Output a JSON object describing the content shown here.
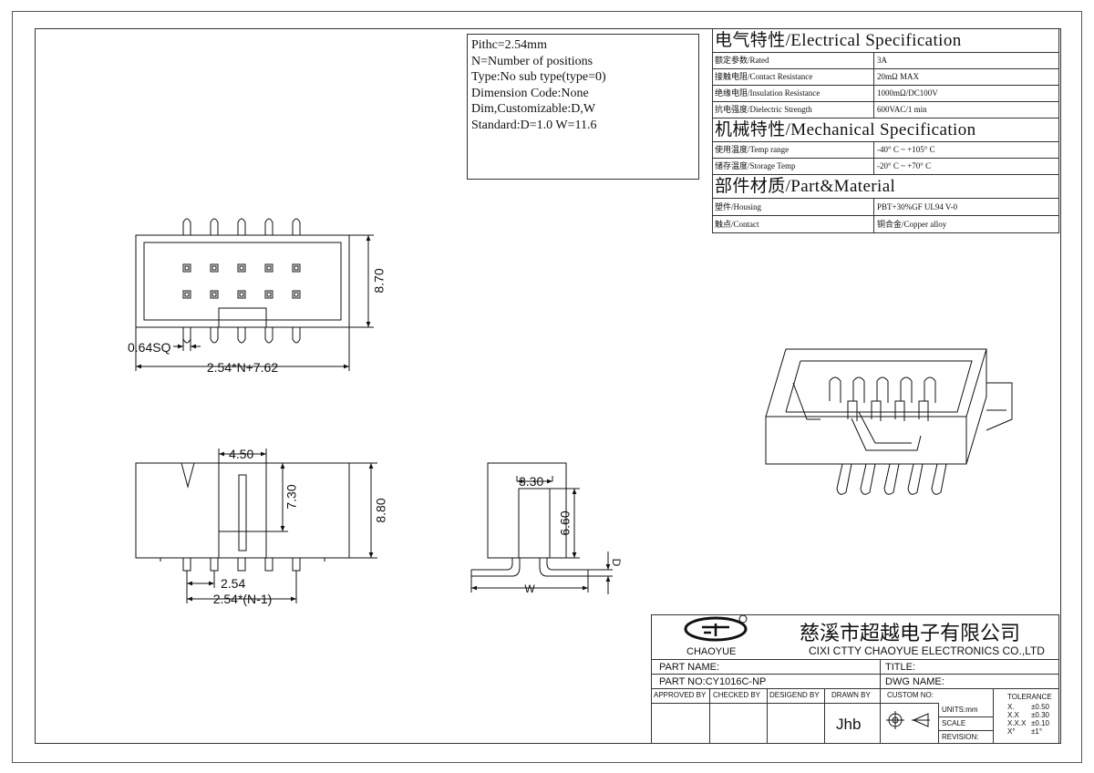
{
  "notes": [
    "Pithc=2.54mm",
    "N=Number of positions",
    "Type:No sub type(type=0)",
    "Dimension Code:None",
    "Dim,Customizable:D,W",
    "Standard:D=1.0 W=11.6"
  ],
  "spec": {
    "electrical_title": "电气特性/Electrical Specification",
    "electrical": [
      {
        "k": "额定参数/Rated",
        "v": "3A"
      },
      {
        "k": "接触电阻/Contact Resistance",
        "v": "20mΩ MAX"
      },
      {
        "k": "绝缘电阻/Insulation Resistance",
        "v": "1000mΩ/DC100V"
      },
      {
        "k": "抗电强度/Dielectric Strength",
        "v": "600VAC/1 min"
      }
    ],
    "mechanical_title": "机械特性/Mechanical Specification",
    "mechanical": [
      {
        "k": "使用温度/Temp range",
        "v": "-40° C ~ +105° C"
      },
      {
        "k": "储存温度/Storage Temp",
        "v": "-20° C ~ +70° C"
      }
    ],
    "material_title": "部件材质/Part&Material",
    "material": [
      {
        "k": "塑件/Housing",
        "v": "PBT+30%GF  UL94  V-0"
      },
      {
        "k": "触点/Contact",
        "v": "铜合金/Copper alloy"
      }
    ]
  },
  "dims": {
    "top_height": "8.70",
    "pin_sq": "0.64SQ",
    "top_width": "2.54*N+7.62",
    "front_gap": "4.50",
    "front_inner_h": "7.30",
    "front_height": "8.80",
    "pitch": "2.54",
    "pin_span": "2.54*(N-1)",
    "side_w": "3.30",
    "side_h": "6.60",
    "side_d": "D",
    "side_total": "W"
  },
  "title_block": {
    "company_cn": "慈溪市超越电子有限公司",
    "company_en": "CIXI CTTY CHAOYUE ELECTRONICS CO.,LTD",
    "logo_text": "CHAOYUE",
    "part_name_label": "PART NAME:",
    "title_label": "TITLE:",
    "part_no": "PART NO:CY1016C-NP",
    "dwg_name_label": "DWG NAME:",
    "approved_by": "APPROVED BY",
    "checked_by": "CHECKED BY",
    "designed_by": "DESIGEND BY",
    "drawn_by": "DRAWN BY",
    "drawn_value": "Jhb",
    "custom_no": "CUSTOM NO:",
    "units": "UNITS:mm",
    "scale": "SCALE",
    "revision": "REVISION:",
    "tolerance_title": "TOLERANCE",
    "tolerance": [
      {
        "k": "X.",
        "v": "±0.50"
      },
      {
        "k": "X.X",
        "v": "±0.30"
      },
      {
        "k": "X.X.X",
        "v": "±0.10"
      },
      {
        "k": "X°",
        "v": "±1°"
      }
    ]
  }
}
